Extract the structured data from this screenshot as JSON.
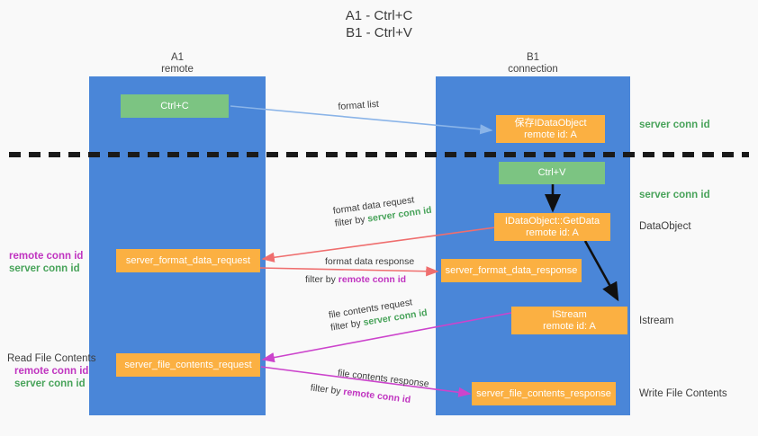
{
  "title": {
    "line1": "A1 - Ctrl+C",
    "line2": "B1 - Ctrl+V"
  },
  "columns": {
    "a1": {
      "name": "A1",
      "sub": "remote"
    },
    "b1": {
      "name": "B1",
      "sub": "connection"
    }
  },
  "nodes": {
    "ctrl_c": "Ctrl+C",
    "ctrl_v": "Ctrl+V",
    "save_dataobject_l1": "保存IDataObject",
    "save_dataobject_l2": "remote id: A",
    "getdata_l1": "IDataObject::GetData",
    "getdata_l2": "remote id: A",
    "istream_l1": "IStream",
    "istream_l2": "remote id: A",
    "server_format_data_request": "server_format_data_request",
    "server_format_data_response": "server_format_data_response",
    "server_file_contents_request": "server_file_contents_request",
    "server_file_contents_response": "server_file_contents_response"
  },
  "edge_labels": {
    "format_list": "format list",
    "format_data_request": "format data request",
    "filter_by": "filter by ",
    "server_conn_id": "server conn id",
    "remote_conn_id": "remote conn id",
    "format_data_response": "format data response",
    "file_contents_request": "file contents request",
    "file_contents_response": "file contents response"
  },
  "right_labels": {
    "server_conn_id_top": "server conn id",
    "server_conn_id_mid": "server conn id",
    "dataobject": "DataObject",
    "istream": "Istream",
    "write_file_contents": "Write File Contents"
  },
  "left_labels": {
    "remote_conn_id_1": "remote conn id",
    "server_conn_id_1": "server conn id",
    "read_file_contents": "Read File Contents",
    "remote_conn_id_2": "remote conn id",
    "server_conn_id_2": "server conn id"
  },
  "colors": {
    "column_blue": "#4a86d8",
    "node_green": "#7cc482",
    "node_orange": "#fbb042",
    "arrow_blue": "#8ab4e8",
    "arrow_red": "#ef6e6e",
    "arrow_magenta": "#cc44cc",
    "arrow_black": "#101010",
    "text_green": "#48a35a",
    "text_magenta": "#c034c0",
    "background": "#f9f9f9"
  }
}
